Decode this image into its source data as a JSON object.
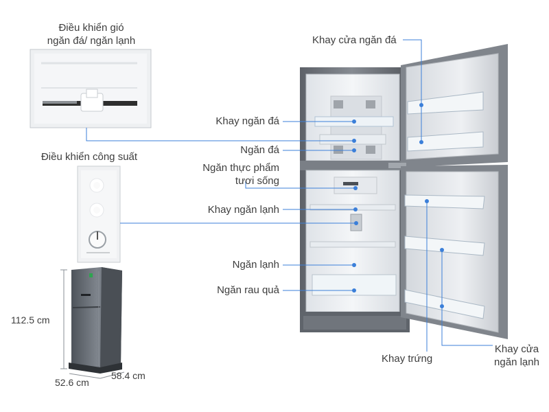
{
  "labels": {
    "air_control": "Điều khiển gió\nngăn đá/ ngăn lạnh",
    "power_control": "Điều khiển công suất",
    "freezer_door_tray": "Khay cửa ngăn đá",
    "ice_tray": "Khay ngăn đá",
    "freezer": "Ngăn đá",
    "fresh_food": "Ngăn thực phẩm\ntươi sống",
    "fridge_tray": "Khay ngăn lạnh",
    "fridge": "Ngăn lạnh",
    "vegetable_drawer": "Ngăn rau quả",
    "egg_tray": "Khay trứng",
    "fridge_door_tray": "Khay cửa\nngăn lạnh"
  },
  "dimensions": {
    "height": "112.5 cm",
    "width": "52.6 cm",
    "depth": "58.4 cm"
  },
  "colors": {
    "callout_line": "#3b7fd9",
    "callout_dot": "#3b7fd9",
    "fridge_body": "#6e737a"
  }
}
